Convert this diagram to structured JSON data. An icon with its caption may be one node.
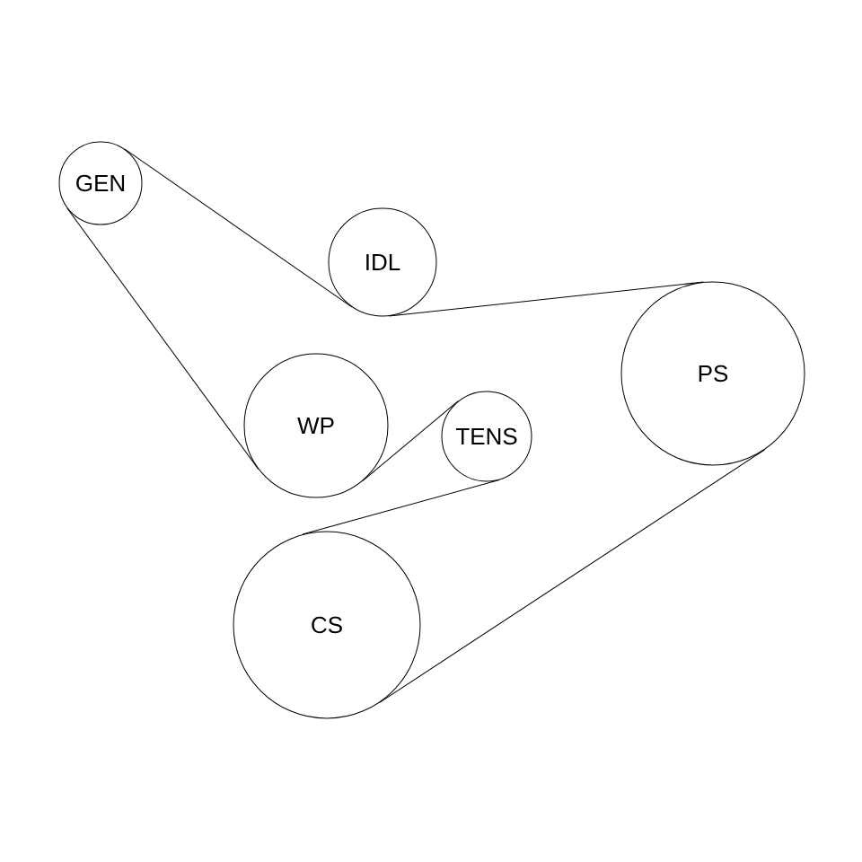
{
  "diagram": {
    "nodes": [
      {
        "text": [
          "GEN"
        ]
      },
      {
        "text": [
          "IDL"
        ]
      },
      {
        "text": [
          "WP"
        ]
      },
      {
        "text": [
          "TENS"
        ]
      },
      {
        "text": [
          "PS"
        ]
      },
      {
        "text": [
          "CS"
        ]
      }
    ],
    "edges": [
      {
        "from": 0,
        "to": 1,
        "arrow": "none"
      },
      {
        "from": 1,
        "to": 4,
        "arrow": "none"
      },
      {
        "from": 4,
        "to": 5,
        "arrow": "none"
      },
      {
        "from": 5,
        "to": 3,
        "arrow": "none"
      },
      {
        "from": 3,
        "to": 2,
        "arrow": "none"
      },
      {
        "from": 2,
        "to": 0,
        "arrow": "none"
      }
    ]
  }
}
